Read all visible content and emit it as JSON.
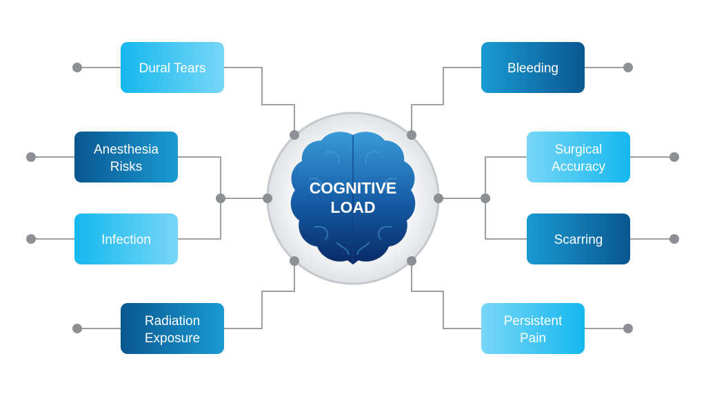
{
  "center": {
    "line1": "COGNITIVE",
    "line2": "LOAD"
  },
  "nodes": {
    "dural_tears": {
      "lines": [
        "Dural Tears"
      ]
    },
    "anesthesia_risks": {
      "lines": [
        "Anesthesia",
        "Risks"
      ]
    },
    "infection": {
      "lines": [
        "Infection"
      ]
    },
    "radiation_exposure": {
      "lines": [
        "Radiation",
        "Exposure"
      ]
    },
    "bleeding": {
      "lines": [
        "Bleeding"
      ]
    },
    "surgical_accuracy": {
      "lines": [
        "Surgical",
        "Accuracy"
      ]
    },
    "scarring": {
      "lines": [
        "Scarring"
      ]
    },
    "persistent_pain": {
      "lines": [
        "Persistent",
        "Pain"
      ]
    }
  },
  "colors": {
    "light_blue": "#29c0f1",
    "light_blue_2": "#6fd2f5",
    "mid_blue": "#1a8fc8",
    "dark_blue": "#0c5f97",
    "brain_top": "#2f8fd0",
    "brain_bottom": "#0a2f6e",
    "connector": "#9a9ea3"
  }
}
